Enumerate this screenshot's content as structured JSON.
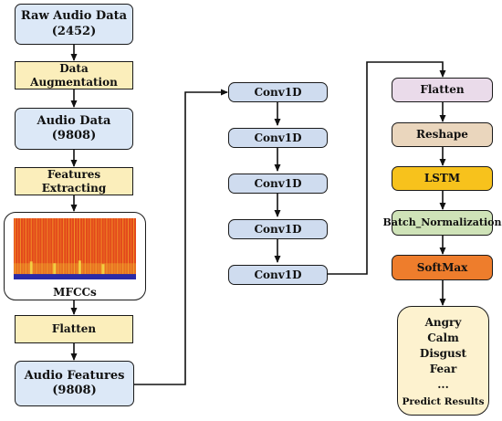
{
  "left_column": {
    "raw_audio": {
      "line1": "Raw Audio Data",
      "line2": "(2452)"
    },
    "augmentation": "Data Augmentation",
    "audio_data": {
      "line1": "Audio Data",
      "line2": "(9808)"
    },
    "features_extracting": "Features Extracting",
    "mfccs_label": "MFCCs",
    "flatten": "Flatten",
    "audio_features": {
      "line1": "Audio Features",
      "line2": "(9808)"
    }
  },
  "middle_column": {
    "conv_layers": [
      "Conv1D",
      "Conv1D",
      "Conv1D",
      "Conv1D",
      "Conv1D"
    ]
  },
  "right_column": {
    "flatten": "Flatten",
    "reshape": "Reshape",
    "lstm": "LSTM",
    "batch_norm": "Batch_Normalization",
    "softmax": "SoftMax",
    "results": [
      "Angry",
      "Calm",
      "Disgust",
      "Fear",
      "..."
    ],
    "results_caption": "Predict Results"
  },
  "colors": {
    "light_blue": "#dce8f7",
    "beige": "#fbeebb",
    "steel_blue": "#cfdcef",
    "lavender": "#eadbea",
    "tan": "#ead6bd",
    "gold": "#f7c21c",
    "green": "#cfe3b8",
    "orange": "#ee7d2c",
    "cream": "#fdf2cf",
    "spectrogram_base": "#e3481c"
  }
}
